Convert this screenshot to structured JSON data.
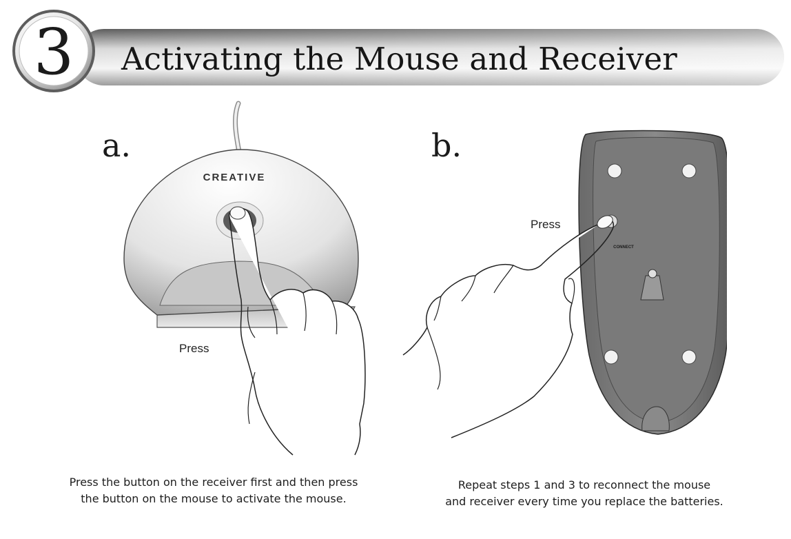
{
  "header": {
    "step_number": "3",
    "title": "Activating the Mouse and Receiver"
  },
  "panels": [
    {
      "label": "a.",
      "press_label": "Press",
      "brand": "CREATIVE",
      "caption_lines": [
        "Press the button on the receiver first and then press",
        "the button on the mouse to activate the mouse."
      ]
    },
    {
      "label": "b.",
      "press_label": "Press",
      "button_label": "CONNECT",
      "caption_lines": [
        "Repeat steps 1 and 3 to reconnect the mouse",
        "and receiver every time you replace the batteries."
      ]
    }
  ]
}
